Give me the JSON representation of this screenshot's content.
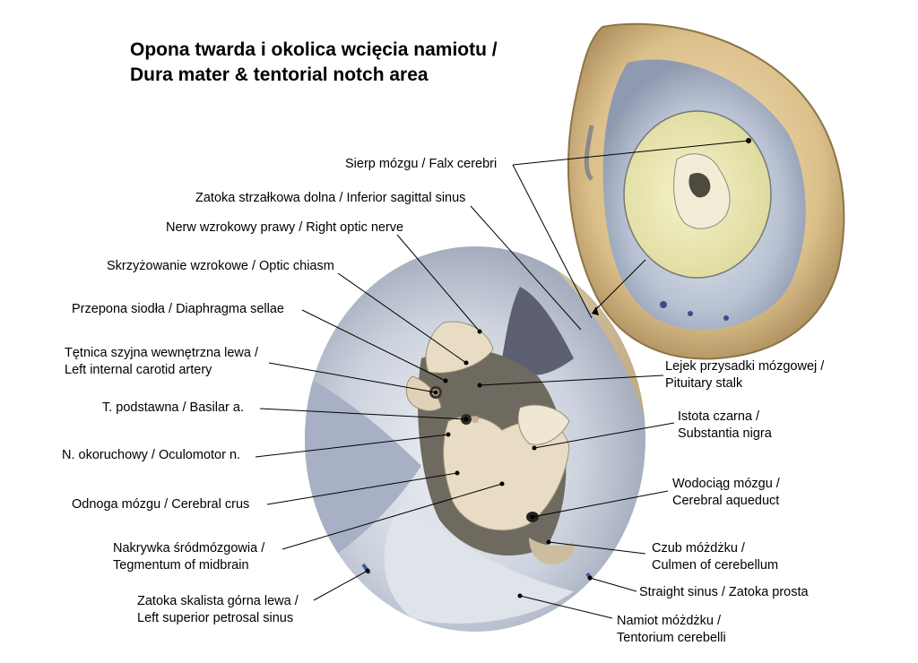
{
  "title": {
    "line1": "Opona twarda i okolica wcięcia namiotu /",
    "line2": "Dura mater & tentorial notch area"
  },
  "labels": {
    "falx": "Sierp mózgu / Falx cerebri",
    "inf_sag_sinus": "Zatoka strzałkowa dolna / Inferior sagittal sinus",
    "optic_nerve": "Nerw wzrokowy prawy / Right optic nerve",
    "optic_chiasm": "Skrzyżowanie wzrokowe / Optic chiasm",
    "diaphragma": "Przepona siodła / Diaphragma sellae",
    "carotid_1": "Tętnica szyjna wewnętrzna lewa /",
    "carotid_2": "Left internal carotid artery",
    "basilar": "T. podstawna / Basilar a.",
    "oculomotor": "N. okoruchowy / Oculomotor n.",
    "crus": "Odnoga mózgu / Cerebral crus",
    "tegmentum_1": "Nakrywka śródmózgowia /",
    "tegmentum_2": "Tegmentum of midbrain",
    "petrosal_1": "Zatoka skalista górna lewa /",
    "petrosal_2": "Left superior petrosal sinus",
    "pituitary_1": "Lejek przysadki mózgowej /",
    "pituitary_2": "Pituitary stalk",
    "nigra_1": "Istota czarna /",
    "nigra_2": "Substantia nigra",
    "aqueduct_1": "Wodociąg mózgu /",
    "aqueduct_2": "Cerebral aqueduct",
    "culmen_1": "Czub móżdżku /",
    "culmen_2": "Culmen of cerebellum",
    "straight_sinus": "Straight sinus / Zatoka prosta",
    "tentorium_1": "Namiot móżdżku /",
    "tentorium_2": "Tentorium cerebelli"
  },
  "colors": {
    "dura_outer": "#e2c48a",
    "dura_inner": "#b9c2cf",
    "highlight": "#eee9b4",
    "tissue": "#e8dcc4",
    "vessel": "#4a5a8a"
  }
}
